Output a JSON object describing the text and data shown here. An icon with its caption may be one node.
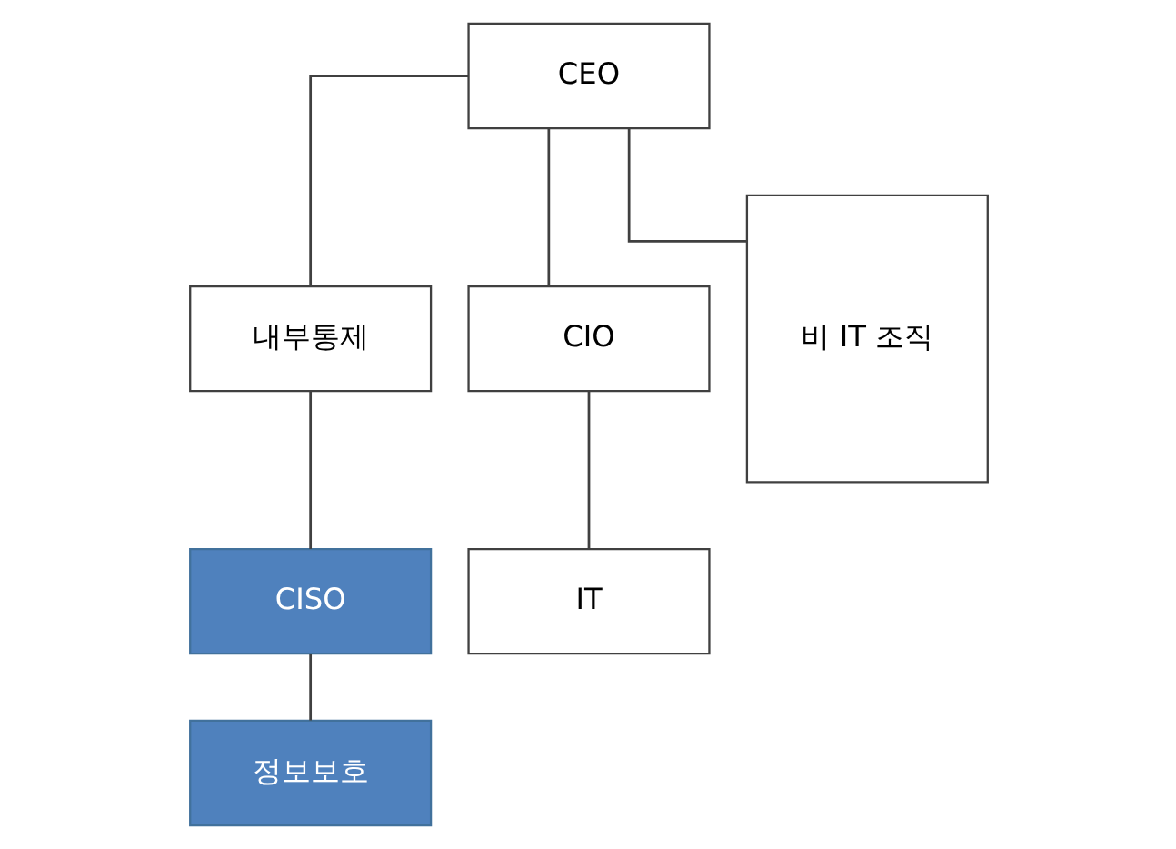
{
  "diagram": {
    "nodes": [
      {
        "text": [
          "CEO"
        ]
      },
      {
        "text": [
          "내부통제"
        ]
      },
      {
        "text": [
          "CIO"
        ]
      },
      {
        "text": [
          "비 IT 조직"
        ]
      },
      {
        "text": [
          "CISO"
        ]
      },
      {
        "text": [
          "IT"
        ]
      },
      {
        "text": [
          "정보보호"
        ]
      }
    ],
    "edges": [
      {
        "from": 0,
        "to": 1,
        "arrow": "none"
      },
      {
        "from": 0,
        "to": 2,
        "arrow": "none"
      },
      {
        "from": 0,
        "to": 3,
        "arrow": "none"
      },
      {
        "from": 1,
        "to": 4,
        "arrow": "none"
      },
      {
        "from": 2,
        "to": 5,
        "arrow": "none"
      },
      {
        "from": 4,
        "to": 6,
        "arrow": "none"
      }
    ]
  }
}
